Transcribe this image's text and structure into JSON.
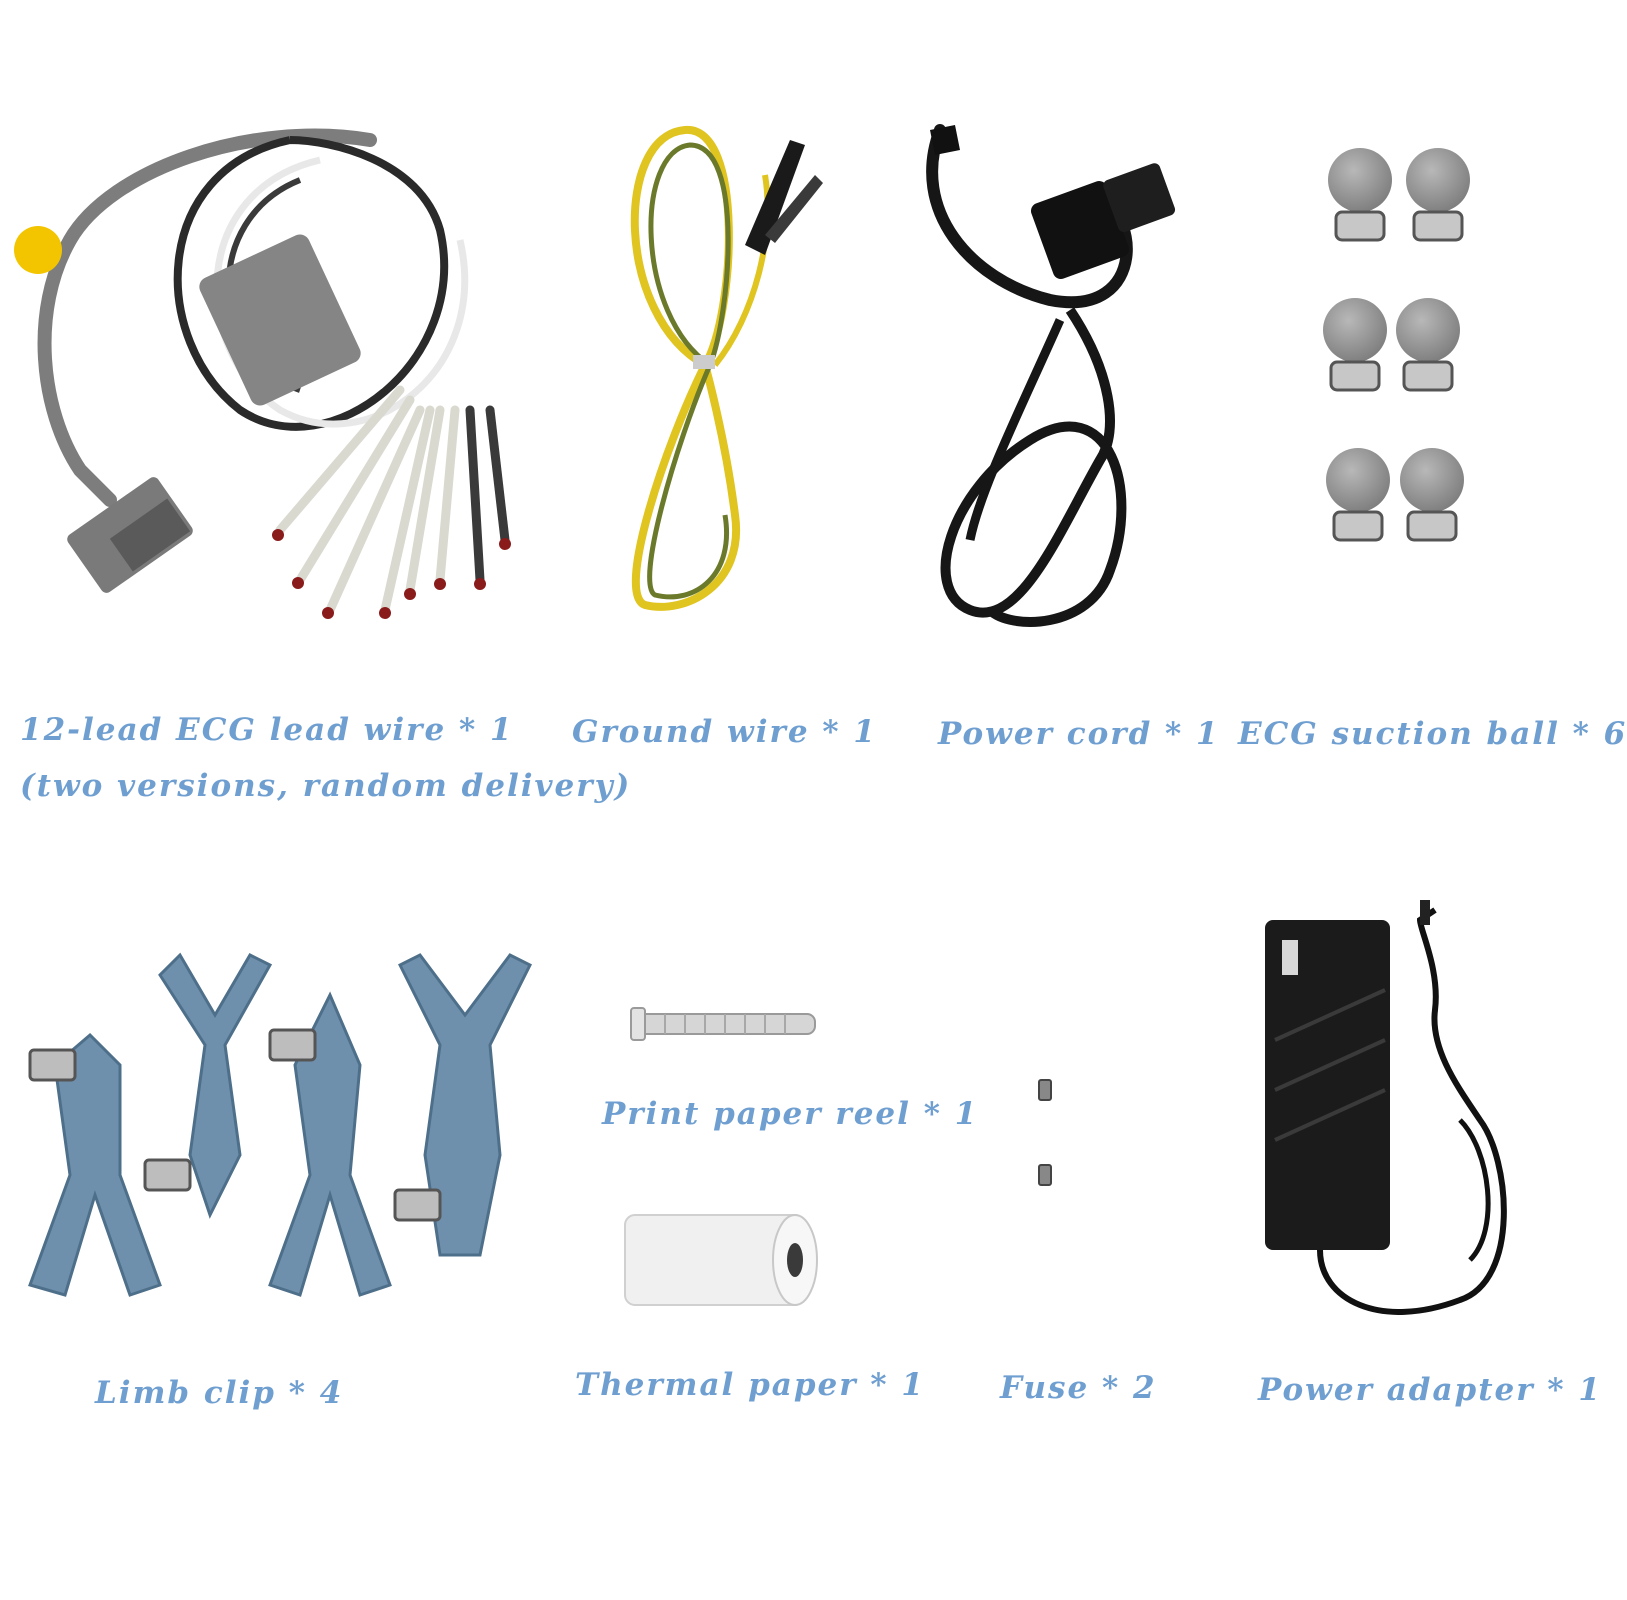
{
  "colors": {
    "label": "#6f9fd0",
    "background": "#ffffff"
  },
  "items": [
    {
      "id": "ecg-lead-wire",
      "label": "12-lead ECG lead wire * 1",
      "note": "(two versions, random delivery)",
      "icon": "ecg-lead-wire-icon"
    },
    {
      "id": "ground-wire",
      "label": "Ground wire * 1",
      "icon": "ground-wire-icon"
    },
    {
      "id": "power-cord",
      "label": "Power cord * 1",
      "icon": "power-cord-icon"
    },
    {
      "id": "suction-ball",
      "label": "ECG suction ball * 6",
      "icon": "suction-ball-icon"
    },
    {
      "id": "limb-clip",
      "label": "Limb clip * 4",
      "icon": "limb-clip-icon"
    },
    {
      "id": "paper-reel",
      "label": "Print paper reel * 1",
      "icon": "paper-reel-icon"
    },
    {
      "id": "thermal-paper",
      "label": "Thermal paper * 1",
      "icon": "thermal-paper-icon"
    },
    {
      "id": "fuse",
      "label": "Fuse * 2",
      "icon": "fuse-icon"
    },
    {
      "id": "power-adapter",
      "label": "Power adapter * 1",
      "icon": "power-adapter-icon"
    }
  ]
}
